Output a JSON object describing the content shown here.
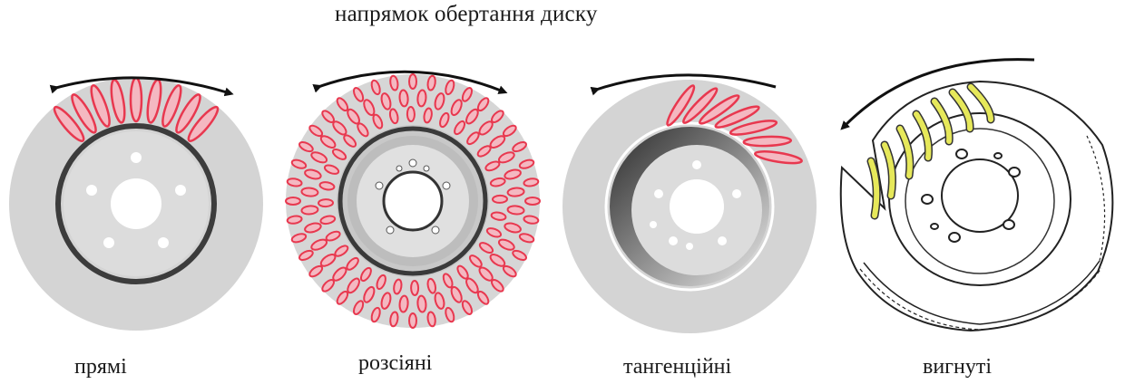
{
  "title": "напрямок обертання диску",
  "discs": [
    {
      "label": "прямі"
    },
    {
      "label": "розсіяні"
    },
    {
      "label": "тангенційні"
    },
    {
      "label": "вигнуті"
    }
  ],
  "colors": {
    "disc_gray": "#d3d3d3",
    "vane_red": "#e8384f",
    "vane_fill": "#f4b8c1",
    "vane_yellow": "#e6e85a",
    "dark_ring": "#3a3a3a",
    "arrow": "#111111"
  }
}
